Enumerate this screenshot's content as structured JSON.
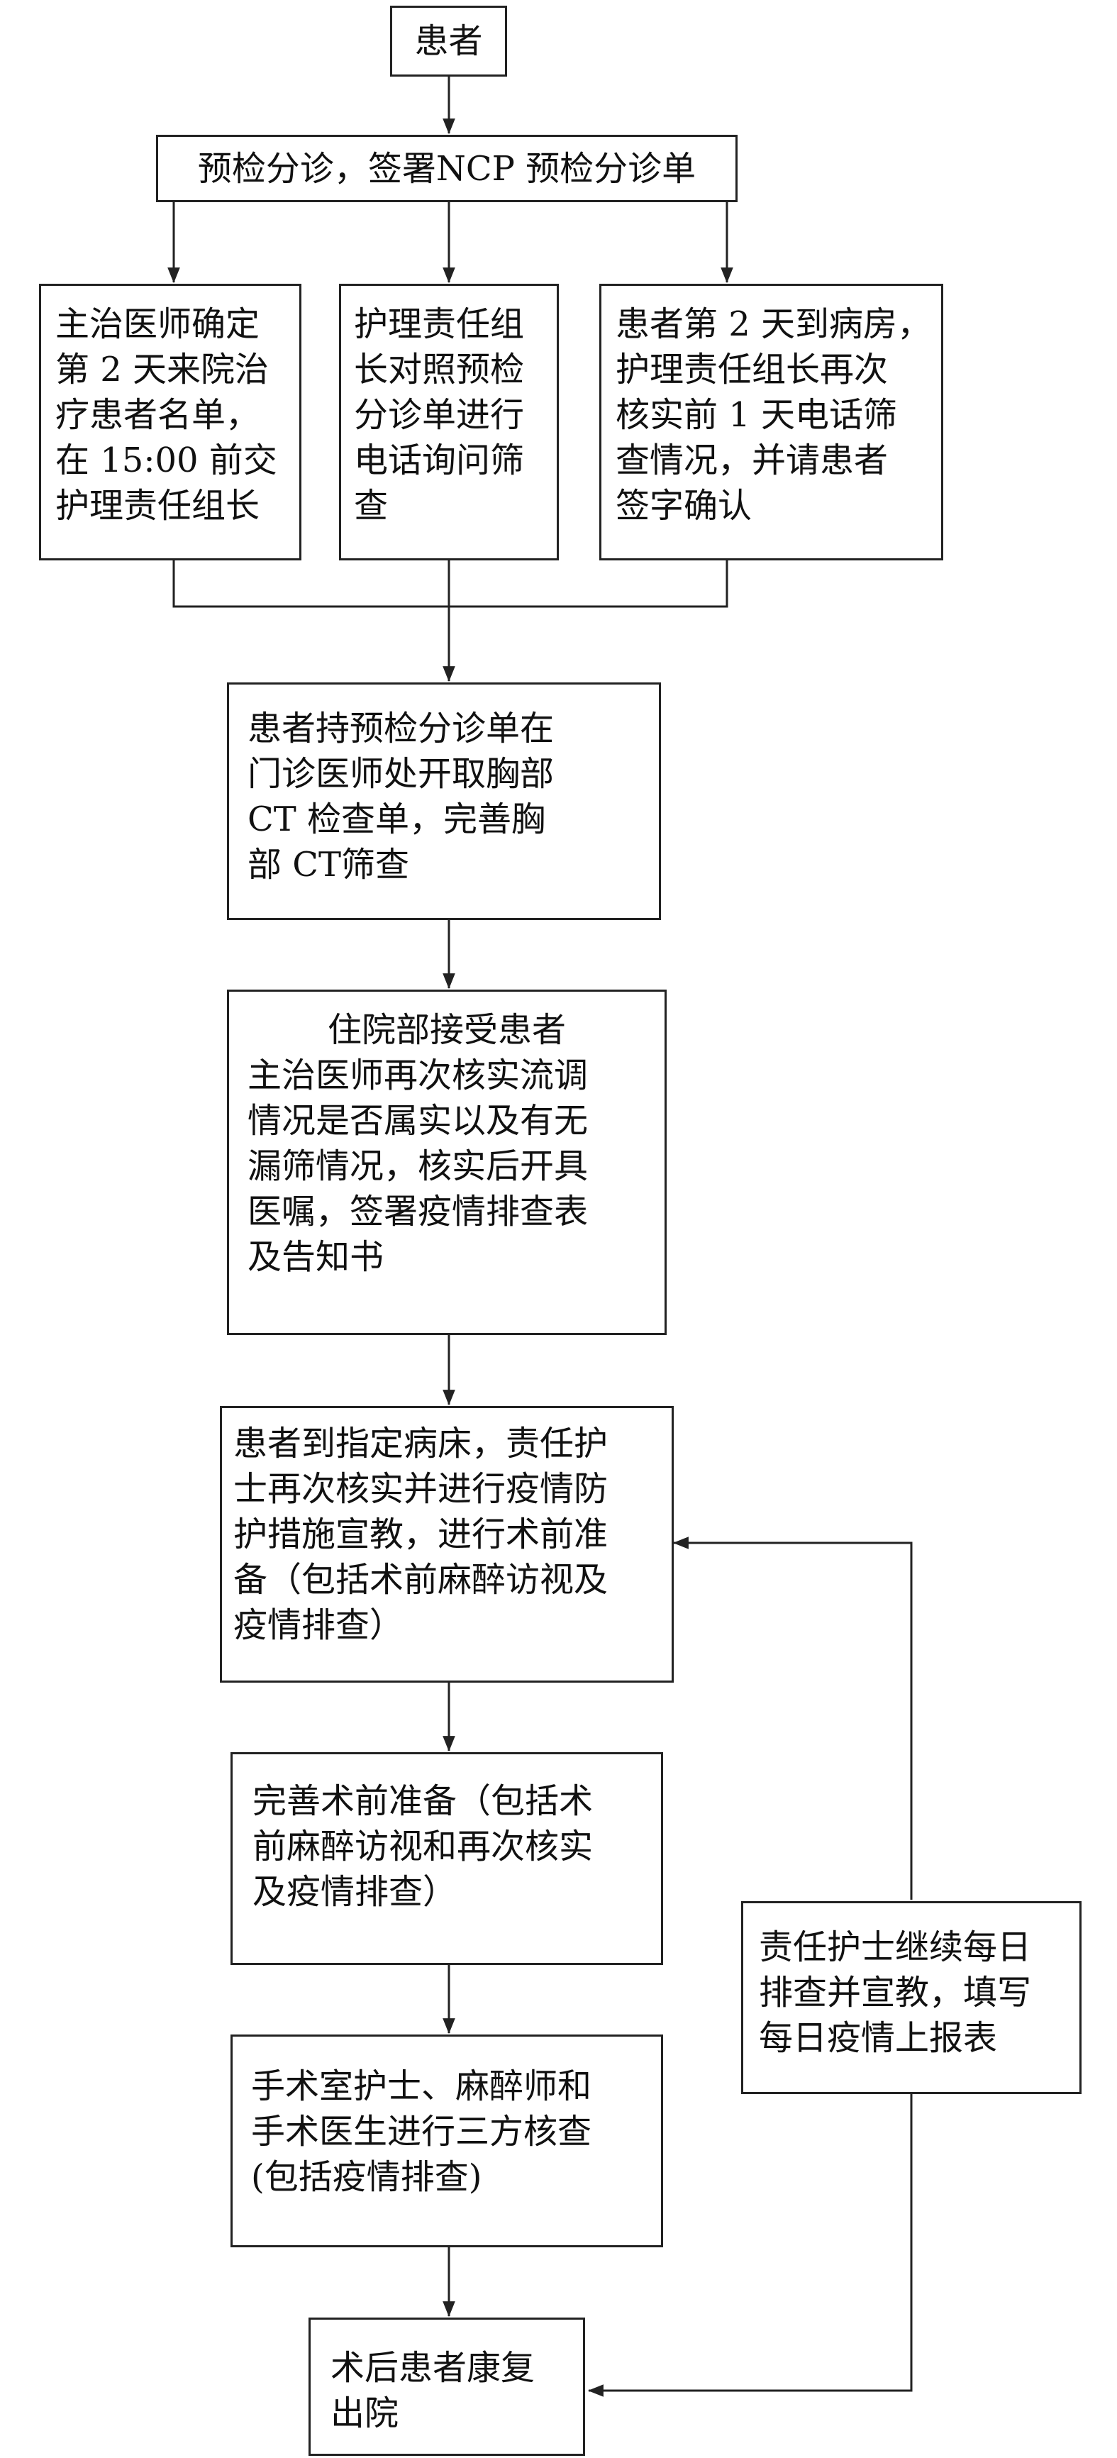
{
  "nodes": {
    "patient": {
      "lines": [
        "患者"
      ]
    },
    "triage": {
      "lines": [
        "预检分诊，签署NCP 预检分诊单"
      ]
    },
    "attending_list": {
      "lines": [
        "主治医师确定",
        "第 2 天来院治",
        "疗患者名单，",
        "在 15:00 前交",
        "护理责任组长"
      ]
    },
    "phone_screen": {
      "lines": [
        "护理责任组",
        "长对照预检",
        "分诊单进行",
        "电话询问筛",
        "查"
      ]
    },
    "ward_verify": {
      "lines": [
        "患者第 2 天到病房，",
        "护理责任组长再次",
        "核实前 1 天电话筛",
        "查情况，并请患者",
        "签字确认"
      ]
    },
    "ct_screen": {
      "lines": [
        "患者持预检分诊单在",
        "门诊医师处开取胸部",
        "CT  检查单，完善胸",
        "部 CT筛查"
      ]
    },
    "admission": {
      "lines": [
        "住院部接受患者",
        "主治医师再次核实流调",
        "情况是否属实以及有无",
        "漏筛情况，核实后开具",
        "医嘱，签署疫情排查表",
        "及告知书"
      ]
    },
    "bed": {
      "lines": [
        "患者到指定病床，责任护",
        "士再次核实并进行疫情防",
        "护措施宣教，进行术前准",
        "备（包括术前麻醉访视及",
        "疫情排查）"
      ]
    },
    "preop": {
      "lines": [
        "完善术前准备（包括术",
        "前麻醉访视和再次核实",
        "及疫情排查）"
      ]
    },
    "check_three": {
      "lines": [
        "手术室护士、麻醉师和",
        "手术医生进行三方核查",
        "(包括疫情排查)"
      ]
    },
    "discharge": {
      "lines": [
        "术后患者康复",
        "出院"
      ]
    },
    "daily": {
      "lines": [
        "责任护士继续每日",
        "排查并宣教，填写",
        "每日疫情上报表"
      ]
    }
  }
}
